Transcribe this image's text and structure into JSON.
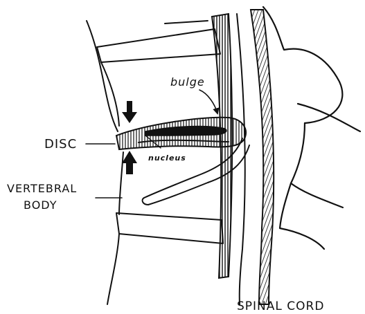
{
  "labels": {
    "bulge": "bulge",
    "nucleus": "nucleus",
    "disc": "DISC",
    "vertebral_line1": "VERTEBRAL",
    "vertebral_line2": "BODY",
    "spinal_cord": "SPINAL CORD"
  },
  "colors": {
    "ink": "#111111",
    "paper": "#ffffff"
  }
}
